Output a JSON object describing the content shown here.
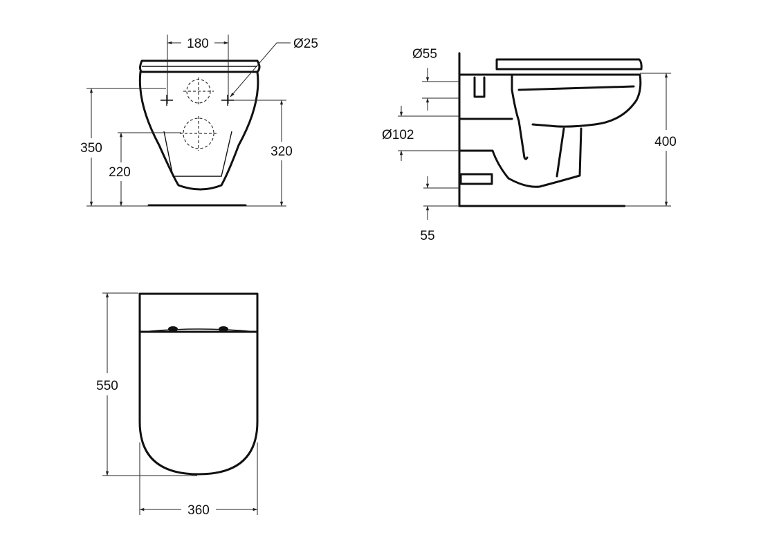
{
  "front_view": {
    "dims": {
      "pan_width": "180",
      "bolt_diameter": "Ø25",
      "height_overall": "350",
      "outlet_height": "220",
      "fixing_height": "320"
    }
  },
  "side_view": {
    "dims": {
      "inlet_diameter": "Ø55",
      "outlet_diameter": "Ø102",
      "bottom_offset": "55",
      "rim_height": "400"
    }
  },
  "top_view": {
    "dims": {
      "length": "550",
      "width": "360"
    }
  },
  "colors": {
    "line": "#111111",
    "background": "#ffffff"
  }
}
